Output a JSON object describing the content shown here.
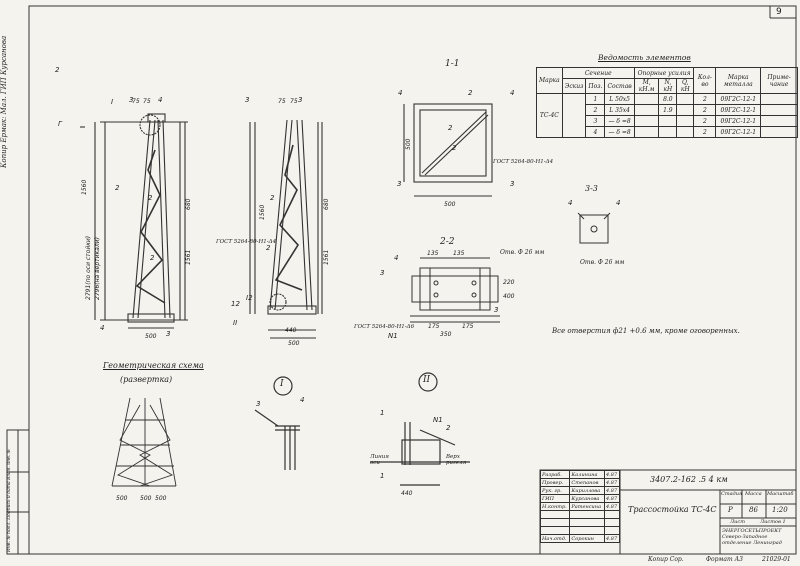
{
  "sheet_number": "9",
  "side_left_text": "Копир Ермак: Мал. ГИП Курсанова",
  "side_left_small": "Инв. № подл. Подпись и дата Взам. инв. №",
  "section_1_1": "1-1",
  "section_2_2": "2-2",
  "section_3_3": "3-3",
  "detail_I": "I",
  "detail_II": "II",
  "schema_title": "Геометрическая схема",
  "schema_subtitle": "(развертка)",
  "holes_note": "Все отверстия ф21 +0.6 мм, кроме оговоренных.",
  "holes_note_sup": "+0,6",
  "gost_label_1": "ГОСТ 5264-80-Н1-Δ4",
  "gost_label_2": "ГОСТ 5264-80-Н1-Δ4",
  "gost_label_3": "ГОСТ 5264-80-Н1-Δ6",
  "hole_label_1": "Отв. Ф 26 мм",
  "hole_label_2": "Отв. Ф 26 мм",
  "dim_500": "500",
  "dim_440": "440",
  "dim_350": "350",
  "dim_2796": "2796(на вертикали)",
  "dim_2791": "2791(по оси стойки)",
  "dim_1560": "1560",
  "axis_label": "Линия оси",
  "grid_label": "Верх ригеля",
  "spec": {
    "title": "Ведомость элементов",
    "col_mark": "Марка",
    "col_section": "Сечение",
    "col_sketch": "Эскиз",
    "col_pos": "Поз.",
    "col_comp": "Состав",
    "col_forces": "Опорные усилия",
    "col_m": "M, кН.м",
    "col_n": "N, кН",
    "col_q": "Q, кН",
    "col_qty": "Кол-во",
    "col_steel": "Марка металла",
    "col_note": "Приме- чание",
    "mark_value": "ТС-4С",
    "rows": [
      {
        "pos": "1",
        "comp": "L 50x5",
        "m": "",
        "n": "8.0",
        "q": "",
        "qty": "2",
        "steel": "09Г2С-12-1"
      },
      {
        "pos": "2",
        "comp": "L 35x4",
        "m": "",
        "n": "1.9",
        "q": "",
        "qty": "2",
        "steel": "09Г2С-12-1"
      },
      {
        "pos": "3",
        "comp": "— δ =8",
        "m": "",
        "n": "",
        "q": "",
        "qty": "2",
        "steel": "09Г2С-12-1"
      },
      {
        "pos": "4",
        "comp": "— δ =8",
        "m": "",
        "n": "",
        "q": "",
        "qty": "2",
        "steel": "09Г2С-12-1"
      }
    ]
  },
  "stamp": {
    "doc_number": "3407.2-162 .5 4 км",
    "name": "Трассостойка ТС-4С",
    "stage_label": "Стадия",
    "mass_label": "Масса",
    "scale_label": "Масштаб",
    "stage": "Р",
    "mass": "86",
    "scale": "1:20",
    "sheet_label": "Лист",
    "sheets_label": "Листов 1",
    "org": "ЭНЕРГОСЕТЬПРОЕКТ Северо-Западное отделение Ленинград",
    "roles": [
      {
        "role": "Разраб.",
        "name": "Калинина",
        "date": "4.87"
      },
      {
        "role": "Провер.",
        "name": "Степанов",
        "date": "4.87"
      },
      {
        "role": "Рук. гр.",
        "name": "Кириллова",
        "date": "4.87"
      },
      {
        "role": "ГИП",
        "name": "Курсанова",
        "date": "4.87"
      },
      {
        "role": "Н.контр.",
        "name": "Ратенсина",
        "date": "4.87"
      },
      {
        "role": "Нач.отд.",
        "name": "Сорокин",
        "date": "4.87"
      }
    ]
  },
  "bottom_copy": "Копир Сор.",
  "bottom_format": "Формат А3",
  "bottom_code": "21029-01"
}
